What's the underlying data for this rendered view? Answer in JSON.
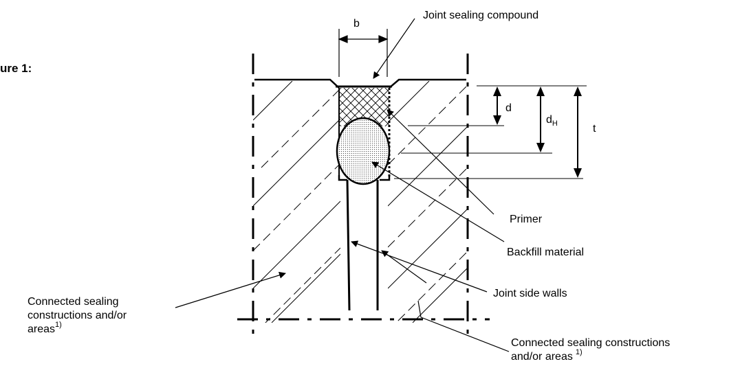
{
  "figure_label": "ure 1:",
  "labels": {
    "b": "b",
    "d": "d",
    "dH_main": "d",
    "dH_sub": "H",
    "t": "t",
    "joint_sealing_compound": "Joint sealing compound",
    "primer": "Primer",
    "backfill_material": "Backfill material",
    "joint_side_walls": "Joint side walls",
    "connected_left_line1": "Connected sealing",
    "connected_left_line2": "constructions and/or",
    "connected_left_line3": "areas",
    "connected_right_line1": "Connected sealing constructions",
    "connected_right_line2": "and/or areas",
    "footnote_mark": "1)"
  }
}
